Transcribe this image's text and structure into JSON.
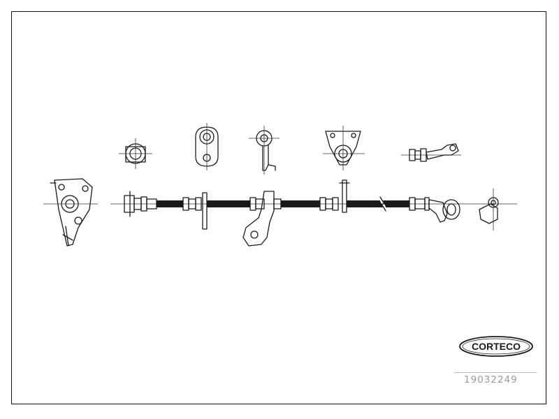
{
  "brand": {
    "name": "CORTECO"
  },
  "part_number": "19032249",
  "colors": {
    "line": "#1a1a1a",
    "part_number_gray": "#9a9a9a",
    "background": "#ffffff"
  },
  "icons": [
    "brake-hose-drawing",
    "corteco-logo"
  ]
}
